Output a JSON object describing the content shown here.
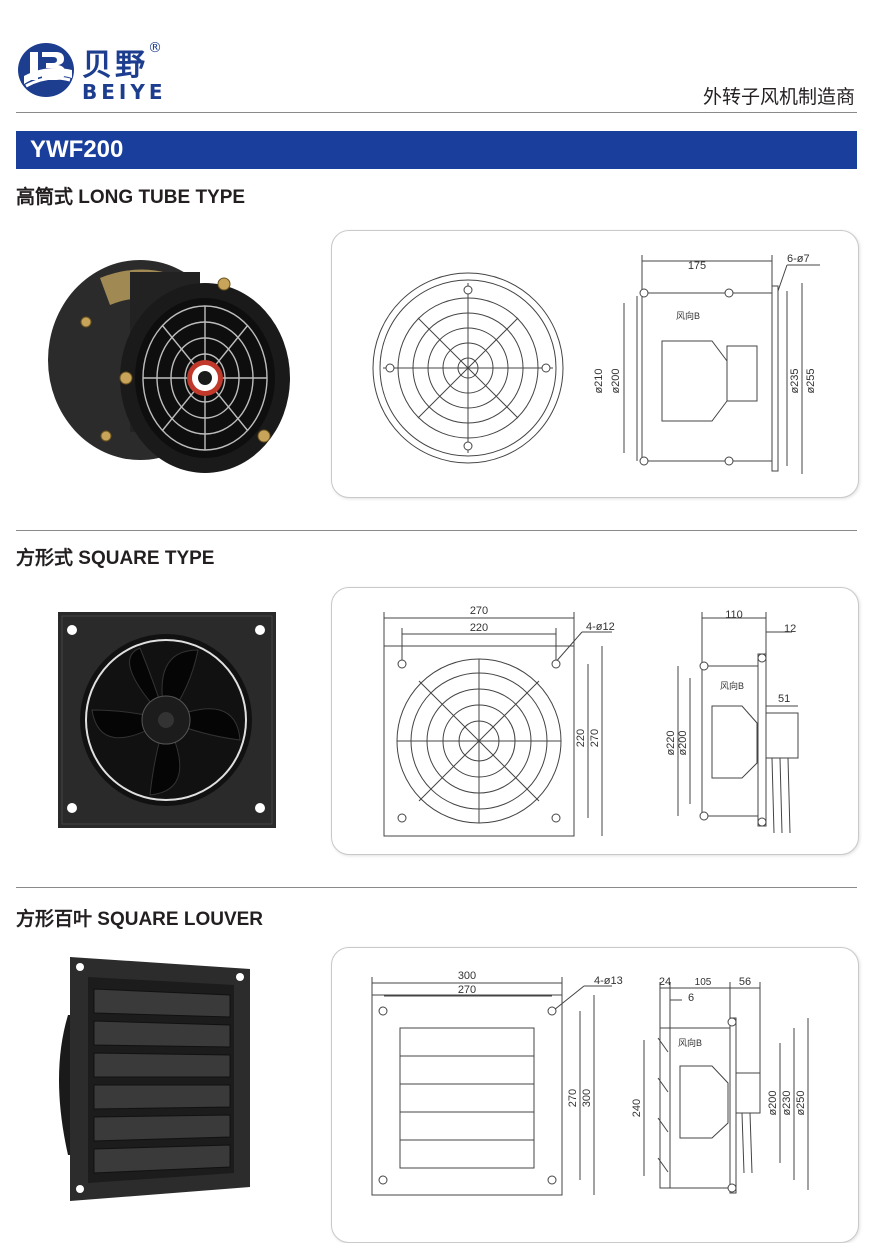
{
  "header": {
    "brand_cn": "贝野",
    "brand_reg": "®",
    "brand_en": "BEIYE",
    "tagline": "外转子风机制造商"
  },
  "model": "YWF200",
  "sections": [
    {
      "title": "高筒式 LONG TUBE TYPE",
      "dims": {
        "depth": "175",
        "mount": "6-ø7",
        "d1": "ø210",
        "d2": "ø200",
        "d3": "ø235",
        "d4": "ø255",
        "flow": "风向B"
      }
    },
    {
      "title": "方形式 SQUARE TYPE",
      "dims": {
        "outer": "270",
        "inner": "220",
        "holes": "4-ø12",
        "side_inner": "220",
        "side_outer": "270",
        "depth": "110",
        "plate": "12",
        "box": "51",
        "d1": "ø220",
        "d2": "ø200",
        "flow": "风向B"
      }
    },
    {
      "title": "方形百叶 SQUARE LOUVER",
      "dims": {
        "outer": "300",
        "inner": "270",
        "holes": "4-ø13",
        "side_inner": "270",
        "side_outer": "300",
        "left": "24",
        "plate": "6",
        "depth": "105",
        "box": "56",
        "height": "240",
        "d1": "ø200",
        "d2": "ø230",
        "d3": "ø250",
        "flow": "风向B"
      }
    }
  ]
}
